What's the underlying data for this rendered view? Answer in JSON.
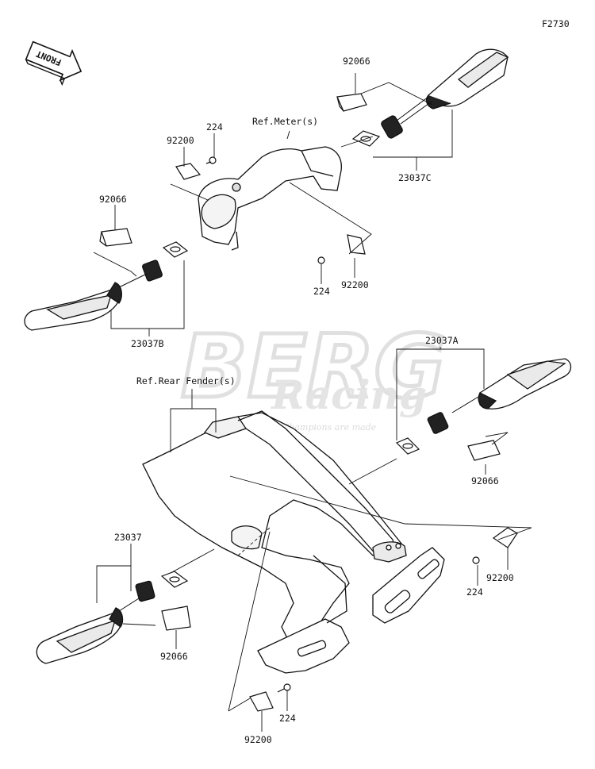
{
  "figure_code": "F2730",
  "front_badge": "FRONT",
  "watermark": {
    "brand": "BERG",
    "script": "Racing",
    "tagline": "Champions are made"
  },
  "references": {
    "meter": "Ref.Meter(s)",
    "rear_fender": "Ref.Rear Fender(s)"
  },
  "part_labels": {
    "p92066_top_right": "92066",
    "p23037C": "23037C",
    "p224_upper": "224",
    "p92200_upper": "92200",
    "p92066_left": "92066",
    "p23037B": "23037B",
    "p224_mid": "224",
    "p92200_mid": "92200",
    "p23037A": "23037A",
    "p92066_right": "92066",
    "p92200_right": "92200",
    "p224_right": "224",
    "p23037": "23037",
    "p92066_bottom": "92066",
    "p224_bottom": "224",
    "p92200_bottom": "92200"
  }
}
